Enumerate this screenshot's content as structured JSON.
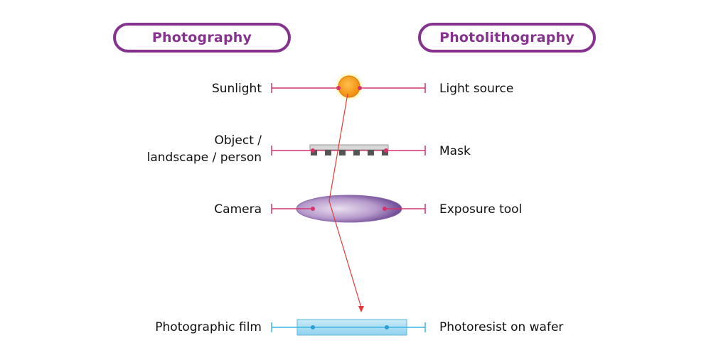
{
  "headers": {
    "left": "Photography",
    "right": "Photolithography"
  },
  "rows": [
    {
      "left": "Sunlight",
      "right": "Light source",
      "line_color": "#d6336c"
    },
    {
      "left": "Object /",
      "left_line2": "landscape / person",
      "right": "Mask",
      "line_color": "#d6336c"
    },
    {
      "left": "Camera",
      "right": "Exposure tool",
      "line_color": "#d6336c"
    },
    {
      "left": "Photographic film",
      "right": "Photoresist on wafer",
      "line_color": "#3fb6e6"
    }
  ],
  "colors": {
    "accent": "#86338f",
    "connector": "#d6336c",
    "connector_bottom": "#3fb6e6",
    "ray": "#e53935",
    "sun": "#f5a623",
    "lens": "#7b4aa0",
    "film": "#a6dcf2"
  }
}
